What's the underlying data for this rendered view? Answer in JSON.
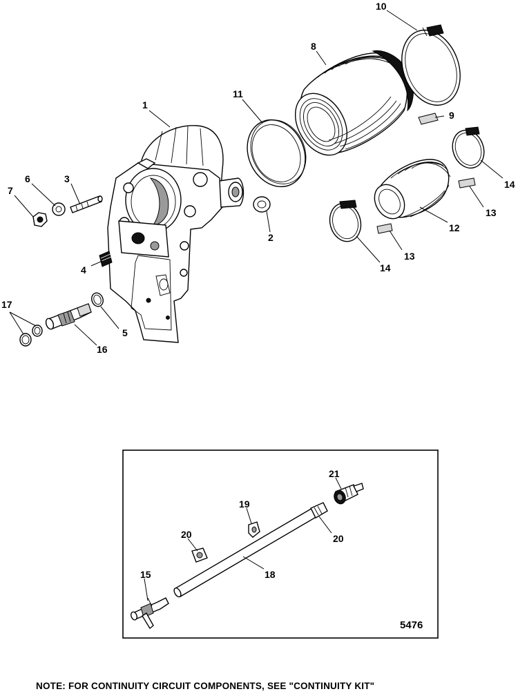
{
  "callouts": {
    "c1": "1",
    "c2": "2",
    "c3": "3",
    "c4": "4",
    "c5": "5",
    "c6": "6",
    "c7": "7",
    "c8": "8",
    "c9": "9",
    "c10": "10",
    "c11": "11",
    "c12": "12",
    "c13a": "13",
    "c13b": "13",
    "c14a": "14",
    "c14b": "14",
    "c15": "15",
    "c16": "16",
    "c17": "17",
    "c18": "18",
    "c19": "19",
    "c20a": "20",
    "c20b": "20",
    "c21": "21"
  },
  "figure_number": "5476",
  "note": "NOTE:  FOR CONTINUITY CIRCUIT COMPONENTS, SEE \"CONTINUITY KIT\""
}
